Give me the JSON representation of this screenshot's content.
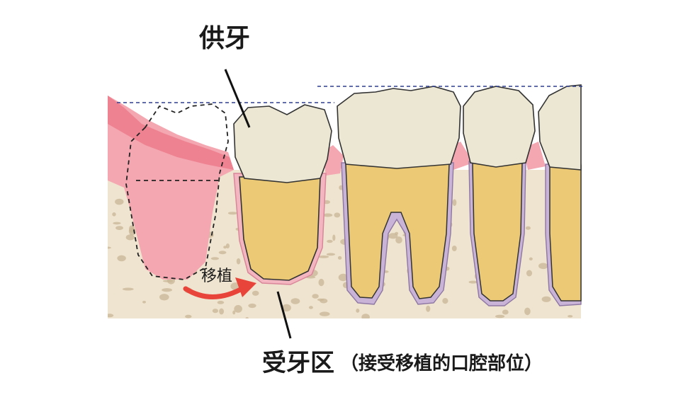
{
  "labels": {
    "donor_tooth": "供牙",
    "transplant": "移植",
    "recipient_site": "受牙区",
    "recipient_note": "（接受移植的口腔部位）"
  },
  "colors": {
    "gum": "#f4a7b1",
    "gum_dark": "#ec7b8c",
    "bone": "#efe4cf",
    "bone_pore": "#c8b596",
    "crown": "#ece7d3",
    "root": "#ecc974",
    "ligament": "#a58fb7",
    "arrow": "#e8443a",
    "guide_line": "#2e3f8f"
  },
  "icons": {
    "transplant_arrow": "curved-arrow-icon"
  }
}
